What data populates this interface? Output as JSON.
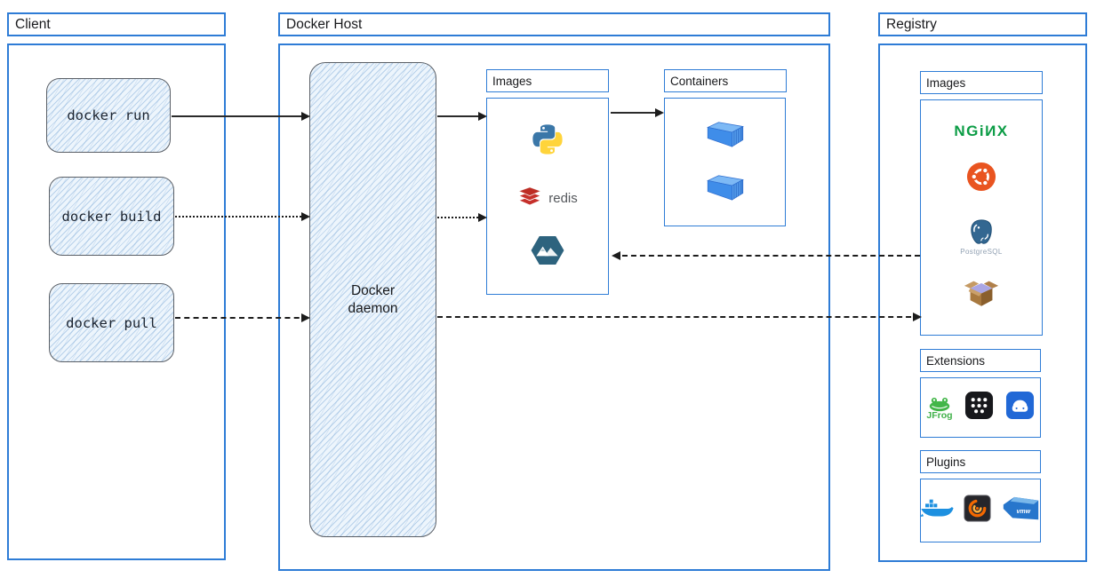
{
  "colors": {
    "frame_blue": "#2e7cd6",
    "sketch_border_gray": "#5a5f66",
    "sketch_fill": "#edf5fc",
    "arrow_black": "#1c1c1c",
    "nginx_green": "#0b9c45",
    "ubuntu_orange": "#e95420",
    "redis_red": "#c6302b",
    "alpine_blue": "#2d637e",
    "container_blue": "#3f8de9"
  },
  "client": {
    "title": "Client",
    "commands": [
      "docker run",
      "docker build",
      "docker pull"
    ]
  },
  "docker_host": {
    "title": "Docker Host",
    "daemon_line1": "Docker",
    "daemon_line2": "daemon",
    "images_panel": {
      "label": "Images",
      "icons": [
        "python-icon",
        "redis-icon",
        "alpine-icon"
      ],
      "redis_label": "redis"
    },
    "containers_panel": {
      "label": "Containers",
      "icons": [
        "container-icon",
        "container-icon"
      ]
    }
  },
  "registry": {
    "title": "Registry",
    "images_panel": {
      "label": "Images",
      "icons": [
        "nginx-icon",
        "ubuntu-icon",
        "postgresql-icon",
        "busybox-icon"
      ],
      "nginx_wordmark": "NGiИX",
      "postgresql_label": "PostgreSQL"
    },
    "extensions_panel": {
      "label": "Extensions",
      "icons": [
        "jfrog-icon",
        "apps-grid-icon",
        "drive-icon"
      ],
      "jfrog_label": "JFrog"
    },
    "plugins_panel": {
      "label": "Plugins",
      "icons": [
        "docker-whale-icon",
        "grafana-icon",
        "vmware-icon"
      ],
      "vmware_label": "vmw"
    }
  },
  "arrows": [
    {
      "name": "docker-run-to-daemon",
      "style": "solid",
      "direction": "right"
    },
    {
      "name": "docker-build-to-daemon",
      "style": "dotted",
      "direction": "right"
    },
    {
      "name": "docker-pull-to-daemon",
      "style": "dashed",
      "direction": "right"
    },
    {
      "name": "daemon-to-images-run",
      "style": "solid",
      "direction": "right"
    },
    {
      "name": "daemon-to-images-build",
      "style": "dotted",
      "direction": "right"
    },
    {
      "name": "images-to-containers",
      "style": "solid",
      "direction": "right"
    },
    {
      "name": "registry-to-host-images",
      "style": "dashed",
      "direction": "left"
    },
    {
      "name": "daemon-to-registry",
      "style": "dashed",
      "direction": "right"
    }
  ]
}
